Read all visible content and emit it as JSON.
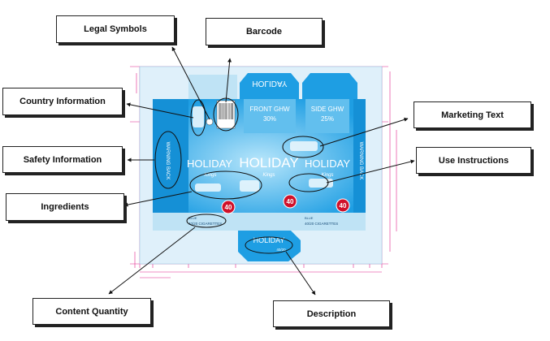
{
  "callouts": {
    "legal_symbols": "Legal Symbols",
    "barcode": "Barcode",
    "country_information": "Country Information",
    "marketing_text": "Marketing Text",
    "safety_information": "Safety Information",
    "use_instructions": "Use Instructions",
    "ingredients": "Ingredients",
    "content_quantity": "Content Quantity",
    "description": "Description"
  },
  "pack": {
    "brand": "HOLIDAY",
    "sub_brand": "Kings",
    "brand_flipped": "HOLIDAY",
    "front_warning": "FRONT GHW",
    "front_warning_pct": "30%",
    "side_warning": "SIDE GHW",
    "side_warning_pct": "25%",
    "warning_back_left": "WARNING BACK",
    "warning_back_right": "WARNING BACK",
    "count_badge": "40",
    "variant": "BLUE",
    "quantity_text": "40/20 CIGARETTES",
    "bottom_count": "40/20"
  },
  "colors": {
    "pack_blue": "#1e9ee3",
    "light_blue": "#cfe9f7",
    "mid_blue": "#8fd0f1",
    "badge_red": "#d0102a",
    "dimension_magenta": "#e0208a"
  }
}
